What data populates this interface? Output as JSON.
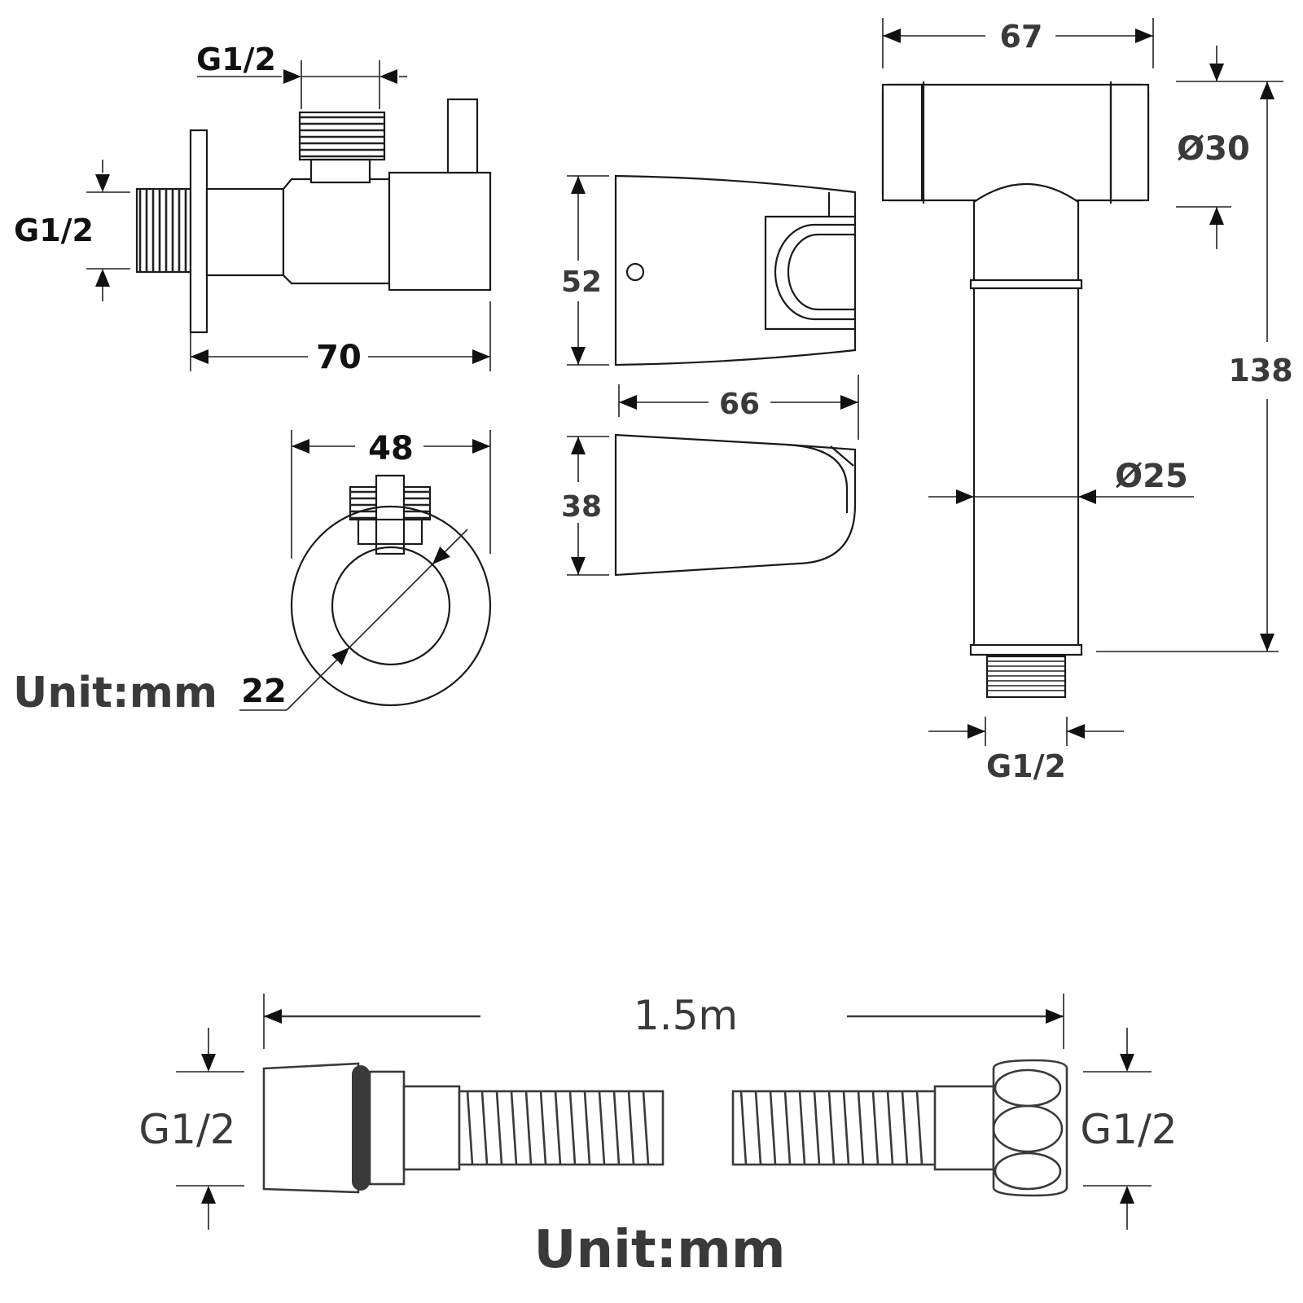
{
  "valve": {
    "thread_top": "G1/2",
    "thread_side": "G1/2",
    "length": "70",
    "diameter": "48",
    "inner": "22"
  },
  "holder": {
    "height": "52",
    "width": "66",
    "depth": "38"
  },
  "sprayer": {
    "width": "67",
    "head_dia": "Ø30",
    "height": "138",
    "body_dia": "Ø25",
    "thread": "G1/2"
  },
  "hose": {
    "length": "1.5m",
    "thread_left": "G1/2",
    "thread_right": "G1/2"
  },
  "unit_top": "Unit:mm",
  "unit_bottom": "Unit:mm"
}
